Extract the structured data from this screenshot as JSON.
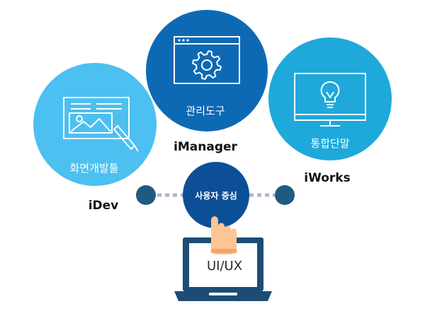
{
  "nodes": {
    "idev": {
      "circle_label": "화면개발툴",
      "name": "iDev",
      "color": "#4cc0f0",
      "icon": "image-edit-icon"
    },
    "imanager": {
      "circle_label": "관리도구",
      "name": "iManager",
      "color": "#0e69b5",
      "icon": "gear-window-icon"
    },
    "iworks": {
      "circle_label": "통합단말",
      "name": "iWorks",
      "color": "#1ea9da",
      "icon": "lightbulb-monitor-icon"
    }
  },
  "center": {
    "label": "사용자 중심",
    "color": "#0d4f96"
  },
  "laptop": {
    "screen_label": "UI/UX",
    "color": "#1c4c75",
    "icon": "pointing-hand-icon"
  },
  "connectors": {
    "dot_color": "#1f5a80",
    "dash_color": "#aab8c7"
  }
}
